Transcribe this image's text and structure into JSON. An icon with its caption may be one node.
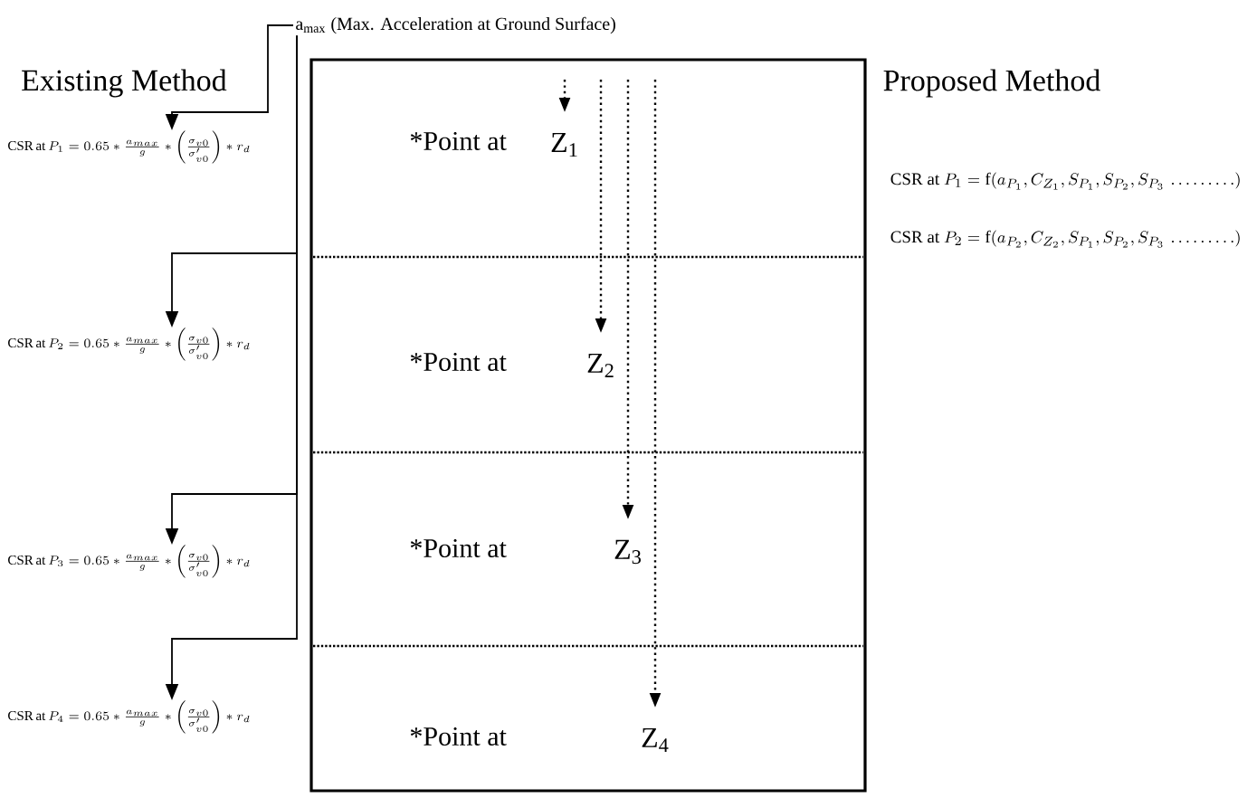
{
  "diagram": {
    "nodes": [
      {
        "text": [
          "a$_{max}$ (Max. Acceleration at Ground Surface)"
        ]
      },
      {
        "text": [
          "\\mathrm{CSR\\,at\\,}P_1=0.65*\\frac{a_{max}}{g}*\\left(\\frac{\\sigma_{v0}}{\\sigma'_{v0}}\\right)*r_d"
        ]
      },
      {
        "text": [
          "\\mathrm{CSR\\,at\\,}P_2=0.65*\\frac{a_{max}}{g}*\\left(\\frac{\\sigma_{v0}}{\\sigma'_{v0}}\\right)*r_d"
        ]
      },
      {
        "text": [
          "\\mathrm{CSR\\,at\\,}P_3=0.65*\\frac{a_{max}}{g}*\\left(\\frac{\\sigma_{v0}}{\\sigma'_{v0}}\\right)*r_d"
        ]
      },
      {
        "text": [
          "\\mathrm{CSR\\,at\\,}P_4=0.65*\\frac{a_{max}}{g}*\\left(\\frac{\\sigma_{v0}}{\\sigma'_{v0}}\\right)*r_d"
        ]
      },
      {
        "text": [],
        "shape": "box"
      },
      {
        "text": [
          "*Point at",
          "Z$_{1}$"
        ],
        "in": 5
      },
      {
        "text": [
          "*Point at",
          "Z$_{2}$"
        ],
        "in": 5
      },
      {
        "text": [
          "*Point at",
          "Z$_{3}$"
        ],
        "in": 5
      },
      {
        "text": [
          "*Point at",
          "Z$_{4}$"
        ],
        "in": 5
      }
    ],
    "edges": [
      {
        "from": 0,
        "to": 1,
        "arrow": "to"
      },
      {
        "from": 0,
        "to": 2,
        "arrow": "to"
      },
      {
        "from": 0,
        "to": 3,
        "arrow": "to"
      },
      {
        "from": 0,
        "to": 4,
        "arrow": "to"
      }
    ],
    "labels": [
      "Existing Method",
      "Proposed Method",
      "\\mathrm{CSR\\ at\\ }P_1=\\mathrm{f}(a_{P_1},C_{Z_1},S_{P_1},S_{P_2},S_{P_3}\\,\\dots\\dots\\dots)",
      "\\mathrm{CSR\\ at\\ }P_2=\\mathrm{f}(a_{P_2},C_{Z_2},S_{P_1},S_{P_2},S_{P_3}\\,\\dots\\dots\\dots)"
    ]
  }
}
